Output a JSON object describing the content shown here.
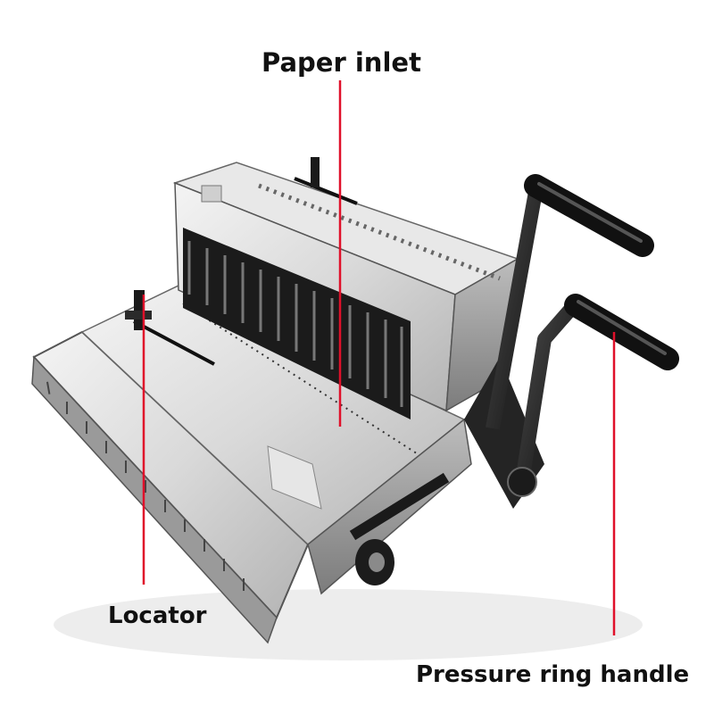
{
  "callouts": {
    "paper_inlet": "Paper inlet",
    "locator": "Locator",
    "pressure_ring_handle": "Pressure ring handle"
  },
  "colors": {
    "leader_line": "#e0102a",
    "label_text": "#111111",
    "background": "#ffffff"
  }
}
